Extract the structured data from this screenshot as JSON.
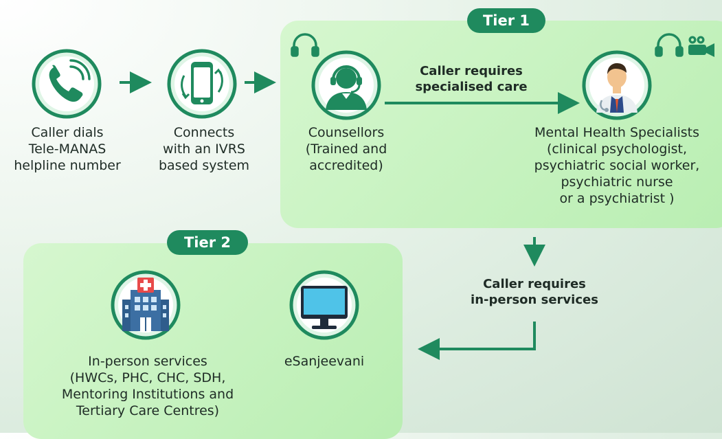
{
  "tiers": {
    "tier1": "Tier 1",
    "tier2": "Tier 2"
  },
  "nodes": {
    "caller": {
      "lines": [
        "Caller dials",
        "Tele-MANAS",
        "helpline number"
      ],
      "icon": "phone-icon"
    },
    "ivrs": {
      "lines": [
        "Connects",
        "with an IVRS",
        "based system"
      ],
      "icon": "smartphone-icon"
    },
    "counsellors": {
      "lines": [
        "Counsellors",
        "(Trained and",
        "accredited)"
      ],
      "icon": "headset-agent-icon"
    },
    "specialists": {
      "lines": [
        "Mental Health Specialists",
        "(clinical psychologist,",
        "psychiatric social worker,",
        "psychiatric nurse",
        "or a psychiatrist )"
      ],
      "icon": "doctor-icon"
    },
    "in_person": {
      "lines": [
        "In-person services",
        "(HWCs, PHC, CHC, SDH,",
        "Mentoring Institutions and",
        "Tertiary Care Centres)"
      ],
      "icon": "hospital-icon"
    },
    "esanjeevani": {
      "lines": [
        "eSanjeevani"
      ],
      "icon": "monitor-icon"
    }
  },
  "edges": {
    "specialised_care": [
      "Caller requires",
      "specialised care"
    ],
    "in_person_services": [
      "Caller requires",
      "in-person services"
    ]
  },
  "colors": {
    "primary": "#1f8a5e",
    "panel": "#c4f1bd",
    "icon_ring": "#1f8a5e",
    "icon_fill": "#dff5e6"
  }
}
